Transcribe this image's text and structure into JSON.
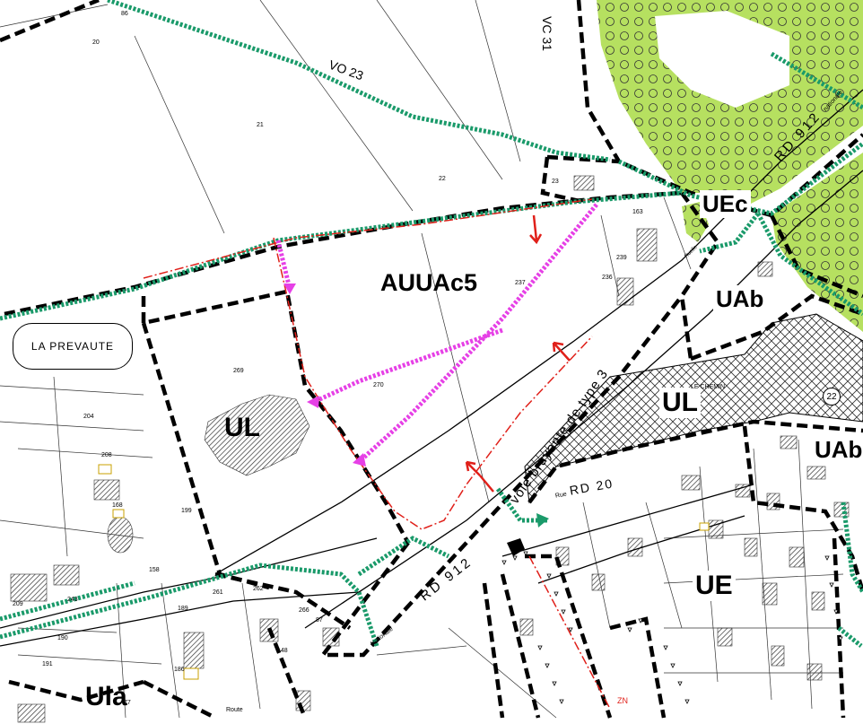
{
  "zones": {
    "auuac5": "AUUAc5",
    "uec": "UEc",
    "uab_top": "UAb",
    "ul_center": "UL",
    "ul_left": "UL",
    "uab_right": "UAb",
    "ue": "UE",
    "ula": "Ula"
  },
  "roads": {
    "vc31": "VC 31",
    "vo23": "VO 23",
    "rd912_top": "RD 912",
    "rd912_top_suffix": "nationale",
    "rd912_bottom": "RD 912",
    "rd912_bottom_suffix": "Nationale",
    "rd20": "RD 20",
    "rd20_prefix": "Rue",
    "route": "Route",
    "voie": "voie bruyante de type 3",
    "ruelle": "Ruelle"
  },
  "places": {
    "la_prevaute": "LA PREVAUTE",
    "le_chemin": "LE CHEMIN",
    "zn": "ZN"
  },
  "badge": "22",
  "parcels": [
    "86",
    "20",
    "21",
    "22",
    "23",
    "163",
    "239",
    "237",
    "236",
    "269",
    "270",
    "204",
    "208",
    "168",
    "199",
    "158",
    "243",
    "209",
    "190",
    "191",
    "186",
    "189",
    "261",
    "262",
    "266",
    "87",
    "148",
    "77"
  ],
  "colors": {
    "green_boundary": "#1a9a6a",
    "magenta_arrows": "#e640e6",
    "red_lines": "#e0201a",
    "wood_green": "#b6e060",
    "hatch_grey": "#555555"
  }
}
